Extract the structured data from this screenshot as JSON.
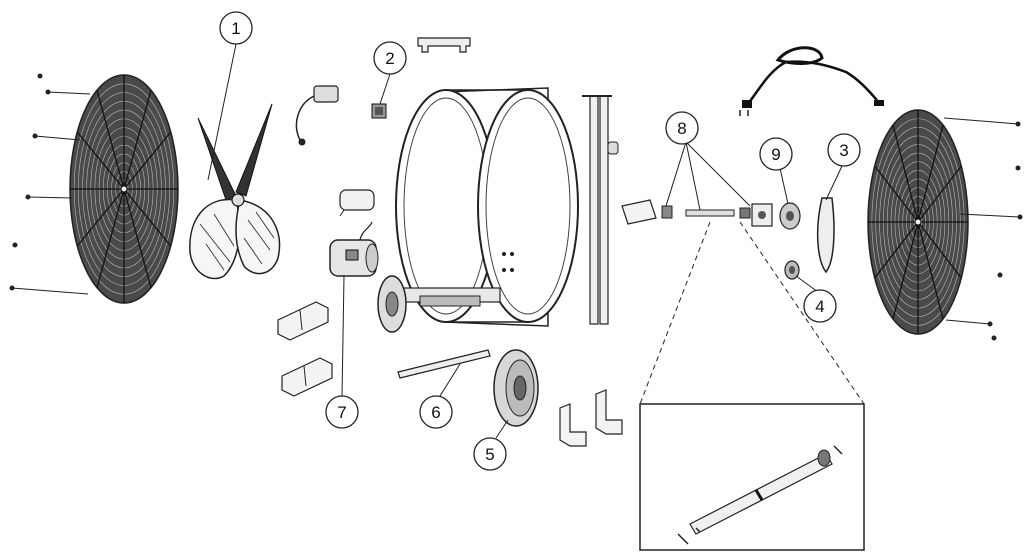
{
  "callouts": [
    {
      "id": "fan-blade",
      "label": "1"
    },
    {
      "id": "switch",
      "label": "2"
    },
    {
      "id": "power-cord-strain",
      "label": "3"
    },
    {
      "id": "axle-washer",
      "label": "4"
    },
    {
      "id": "wheel",
      "label": "5"
    },
    {
      "id": "handle-bar",
      "label": "6"
    },
    {
      "id": "motor",
      "label": "7"
    },
    {
      "id": "axle-assembly",
      "label": "8"
    },
    {
      "id": "axle-nut",
      "label": "9"
    }
  ],
  "colors": {
    "line": "#222222",
    "grill": "#333333",
    "background": "#ffffff"
  }
}
